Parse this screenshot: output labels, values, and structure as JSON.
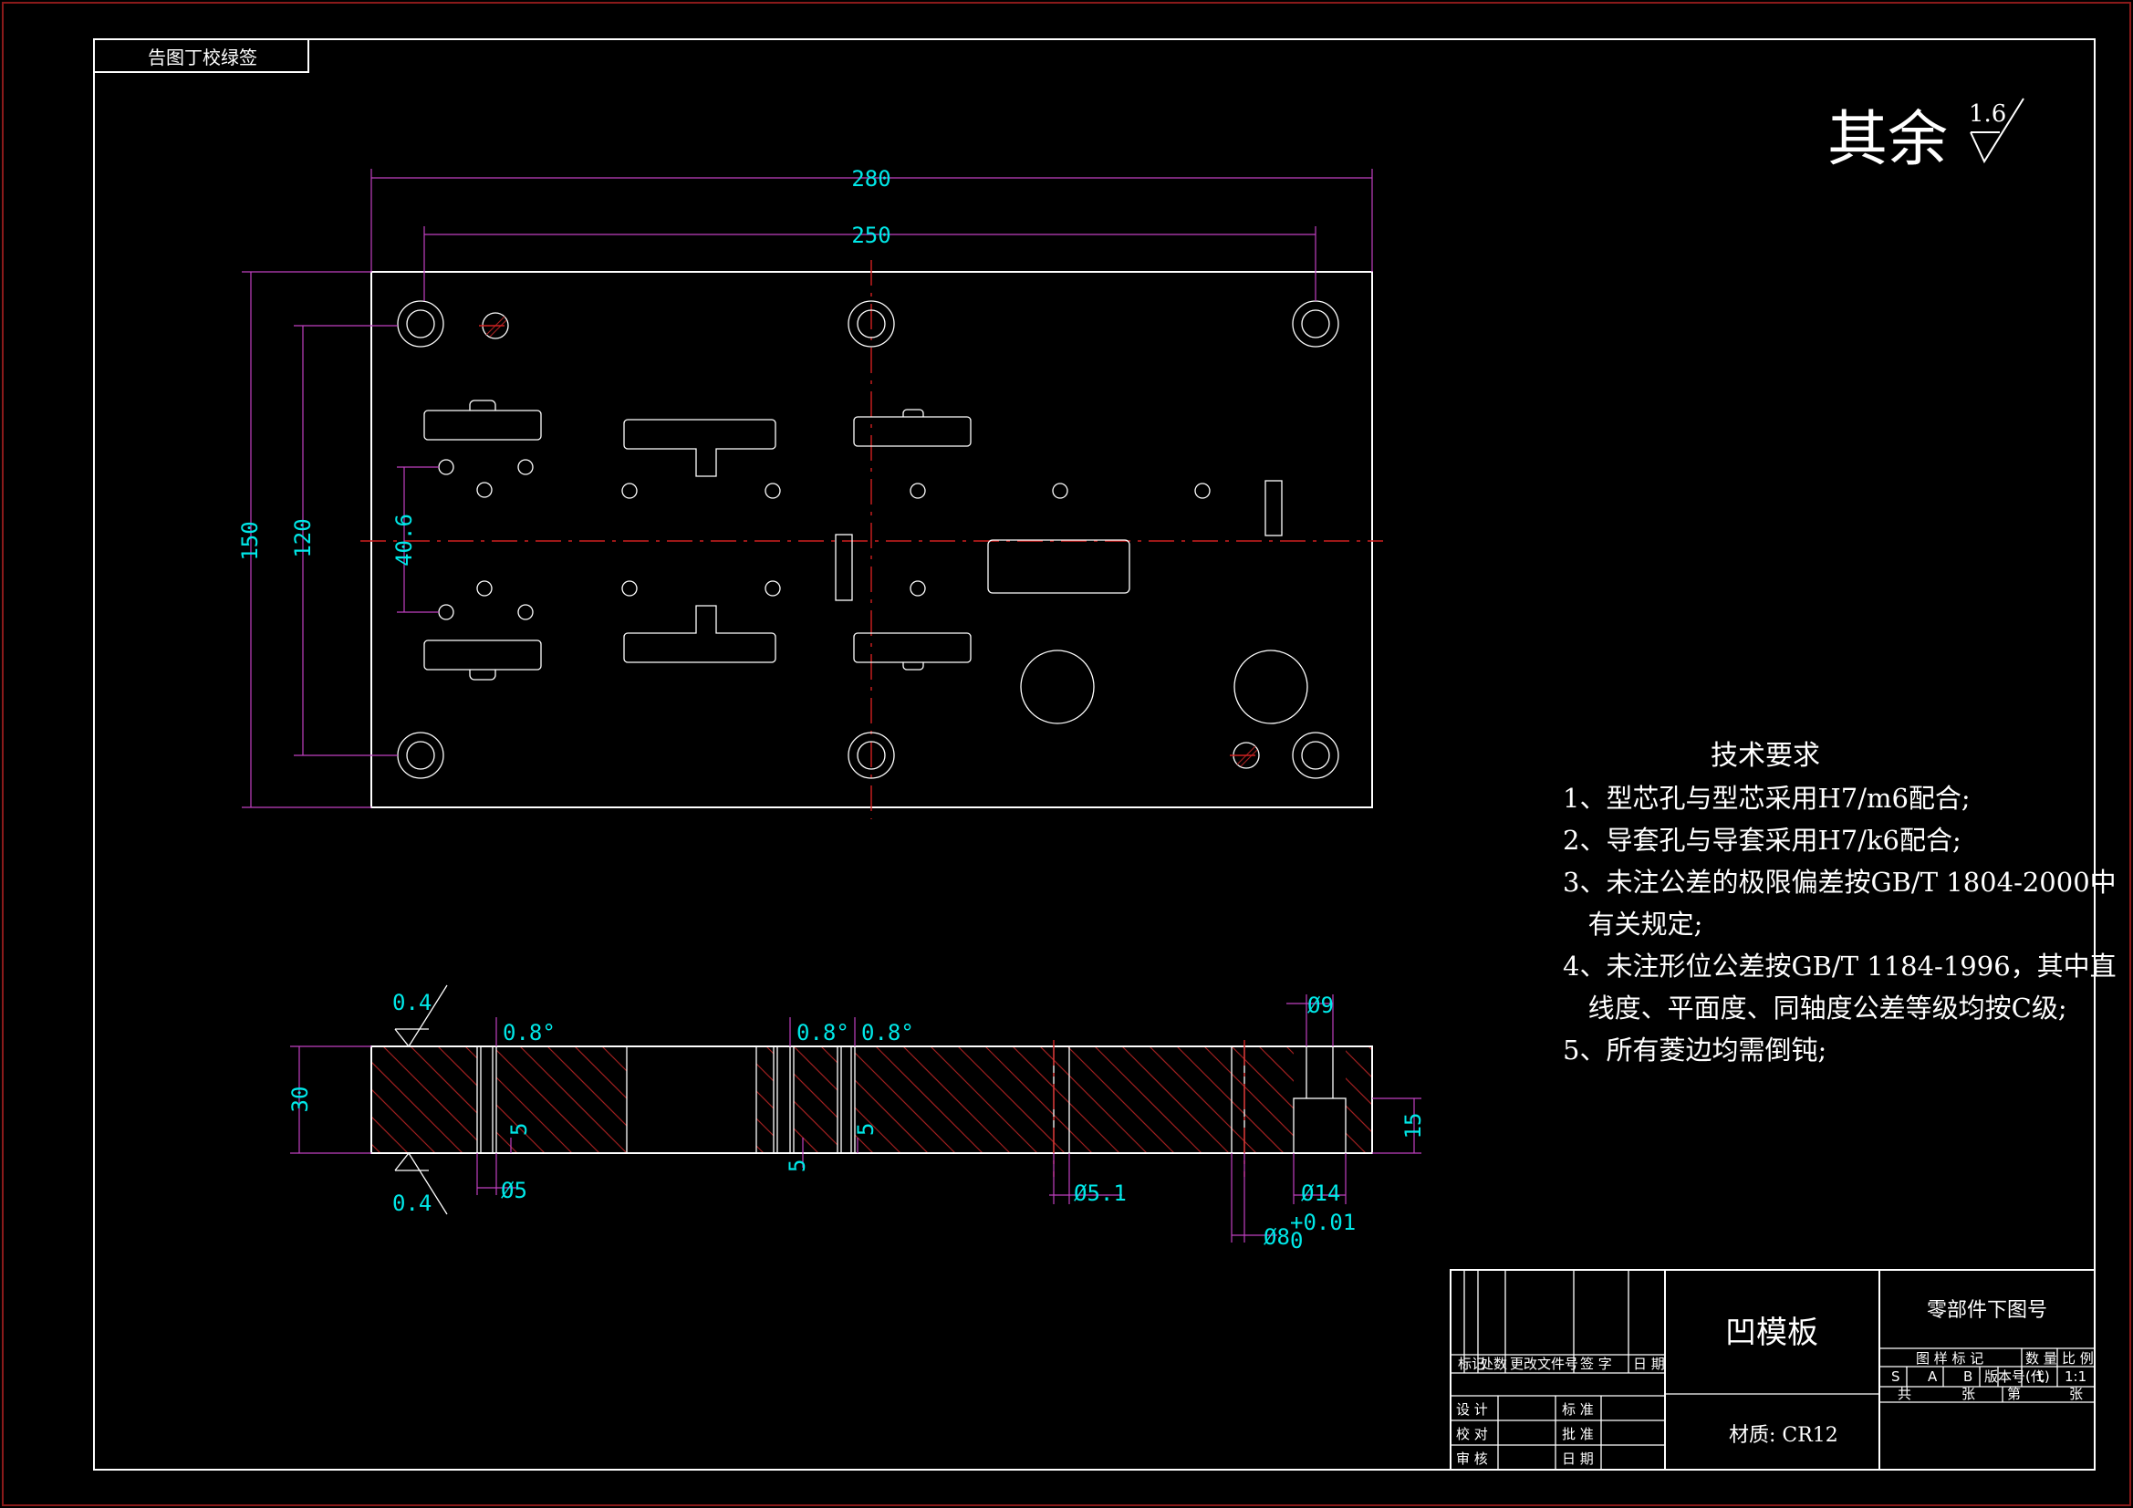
{
  "stamp": "告图丁校绿签",
  "roughness": {
    "label": "其余",
    "value": "1.6"
  },
  "dimensions": {
    "d280": "280",
    "d250": "250",
    "d150": "150",
    "d120": "120",
    "d40_6": "40.6",
    "d30": "30",
    "d15": "15",
    "d5a": "5",
    "d5b": "5",
    "d5c": "5",
    "dia5": "Ø5",
    "dia5_1": "Ø5.1",
    "dia9": "Ø9",
    "dia14": "Ø14",
    "dia8": "Ø8",
    "dia8_tol_upper": "+0.01",
    "dia8_tol_lower": "0",
    "angle1": "0.8°",
    "angle2": "0.8°",
    "angle3": "0.8°",
    "rough_top": "0.4",
    "rough_bottom": "0.4"
  },
  "tech_requirements": {
    "title": "技术要求",
    "lines": [
      "1、型芯孔与型芯采用H7/m6配合;",
      "2、导套孔与导套采用H7/k6配合;",
      "3、未注公差的极限偏差按GB/T 1804-2000中",
      "   有关规定;",
      "4、未注形位公差按GB/T 1184-1996，其中直",
      "   线度、平面度、同轴度公差等级均按C级;",
      "5、所有菱边均需倒钝;"
    ]
  },
  "title_block": {
    "part_name": "凹模板",
    "material": "材质: CR12",
    "drawing_no_label": "零部件下图号",
    "rev_mark": "标记",
    "rev_count": "处数",
    "rev_doc": "更改文件号",
    "rev_sign": "签 字",
    "rev_date": "日 期",
    "design": "设 计",
    "check": "校 对",
    "review": "审 核",
    "standard": "标 准",
    "approve": "批 准",
    "date": "日 期",
    "stage_label": "图 样 标 记",
    "qty_label": "数 量",
    "scale_label": "比 例",
    "stage_s": "S",
    "stage_a": "A",
    "stage_b": "B",
    "stage_note": "版本号(代)",
    "qty": "1",
    "scale": "1:1",
    "sheets_total": "共",
    "sheets_total_unit": "张",
    "sheet_no": "第",
    "sheet_no_unit": "张"
  },
  "colors": {
    "background": "#000000",
    "outline": "#ffffff",
    "dimension": "#c040c0",
    "dimension_text": "#00e8e8",
    "centerline": "#d02020",
    "hatch": "#a02020"
  }
}
